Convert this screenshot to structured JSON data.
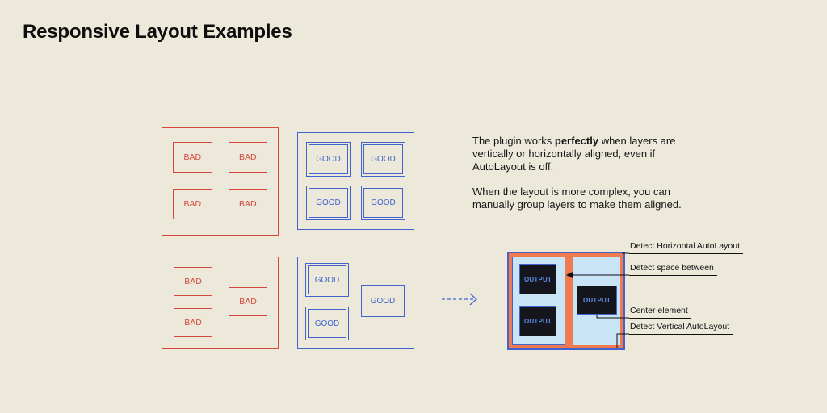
{
  "title": "Responsive Layout Examples",
  "examples": {
    "bad_grid": [
      "BAD",
      "BAD",
      "BAD",
      "BAD"
    ],
    "good_grid": [
      "GOOD",
      "GOOD",
      "GOOD",
      "GOOD"
    ],
    "bad_free": [
      "BAD",
      "BAD",
      "BAD"
    ],
    "good_free": [
      "GOOD",
      "GOOD",
      "GOOD"
    ]
  },
  "description": {
    "p1_pre": "The plugin works ",
    "p1_bold": "perfectly",
    "p1_post": " when layers are vertically or horizontally aligned, even if AutoLayout is off.",
    "p2": "When the layout is more complex, you can manually group layers to make them aligned."
  },
  "result": {
    "outputs": [
      "OUTPUT",
      "OUTPUT",
      "OUTPUT"
    ]
  },
  "annotations": {
    "horizontal": "Detect Horizontal AutoLayout",
    "space": "Detect space between",
    "center": "Center element",
    "vertical": "Detect Vertical AutoLayout"
  },
  "colors": {
    "background": "#ECE9DB",
    "red": "#D8473B",
    "blue": "#4263CF",
    "orange": "#EF7A4D",
    "panel_light": "#C9E4F6",
    "dark": "#15151E",
    "output_text": "#5D8BE4",
    "text": "#161616"
  }
}
